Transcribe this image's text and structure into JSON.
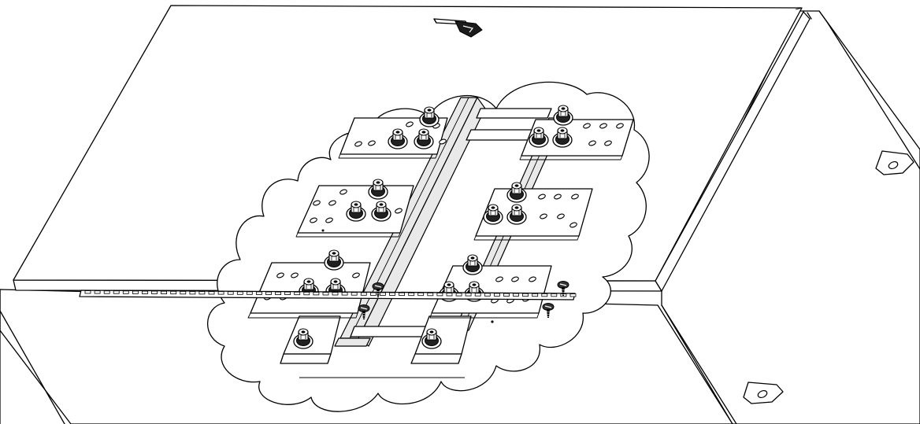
{
  "diagram": {
    "type": "technical-illustration",
    "colors": {
      "line": "#000000",
      "background": "#ffffff",
      "shade": "#e9e9e9",
      "dark": "#1b1b1b"
    },
    "icons": [
      "door-latch-icon",
      "mounting-tab-icon",
      "bolt-nut-icon",
      "screw-icon",
      "slot-strip-icon"
    ],
    "counts": {
      "terminal_plates": 6,
      "mounting_tabs": 2,
      "screws": 4,
      "clamp_brackets": 2
    }
  }
}
